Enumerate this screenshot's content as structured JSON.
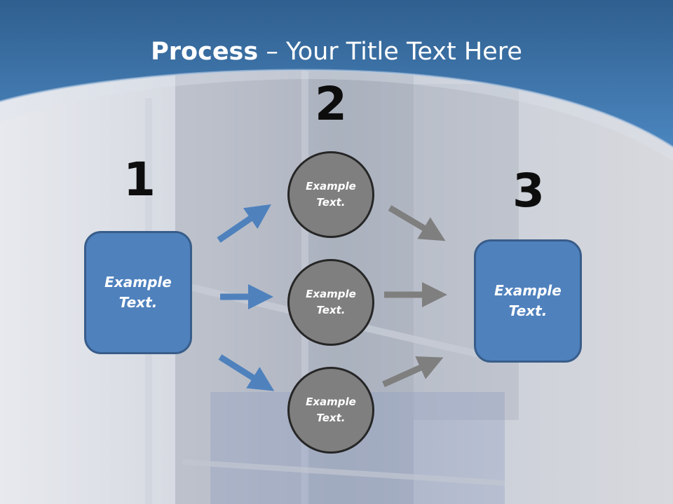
{
  "title": {
    "bold": "Process",
    "rest": " – Your Title Text Here"
  },
  "steps": [
    {
      "number": "1",
      "text": "Example\nText."
    },
    {
      "number": "2",
      "items": [
        "Example\nText.",
        "Example\nText.",
        "Example\nText."
      ]
    },
    {
      "number": "3",
      "text": "Example\nText."
    }
  ],
  "colors": {
    "header": "#3b73a8",
    "box_fill": "#4f81bd",
    "box_border": "#385d8a",
    "circle_fill": "#7f7f7f",
    "circle_border": "#262626",
    "arrow_blue": "#4f81bd",
    "arrow_gray": "#7f7f7f"
  }
}
